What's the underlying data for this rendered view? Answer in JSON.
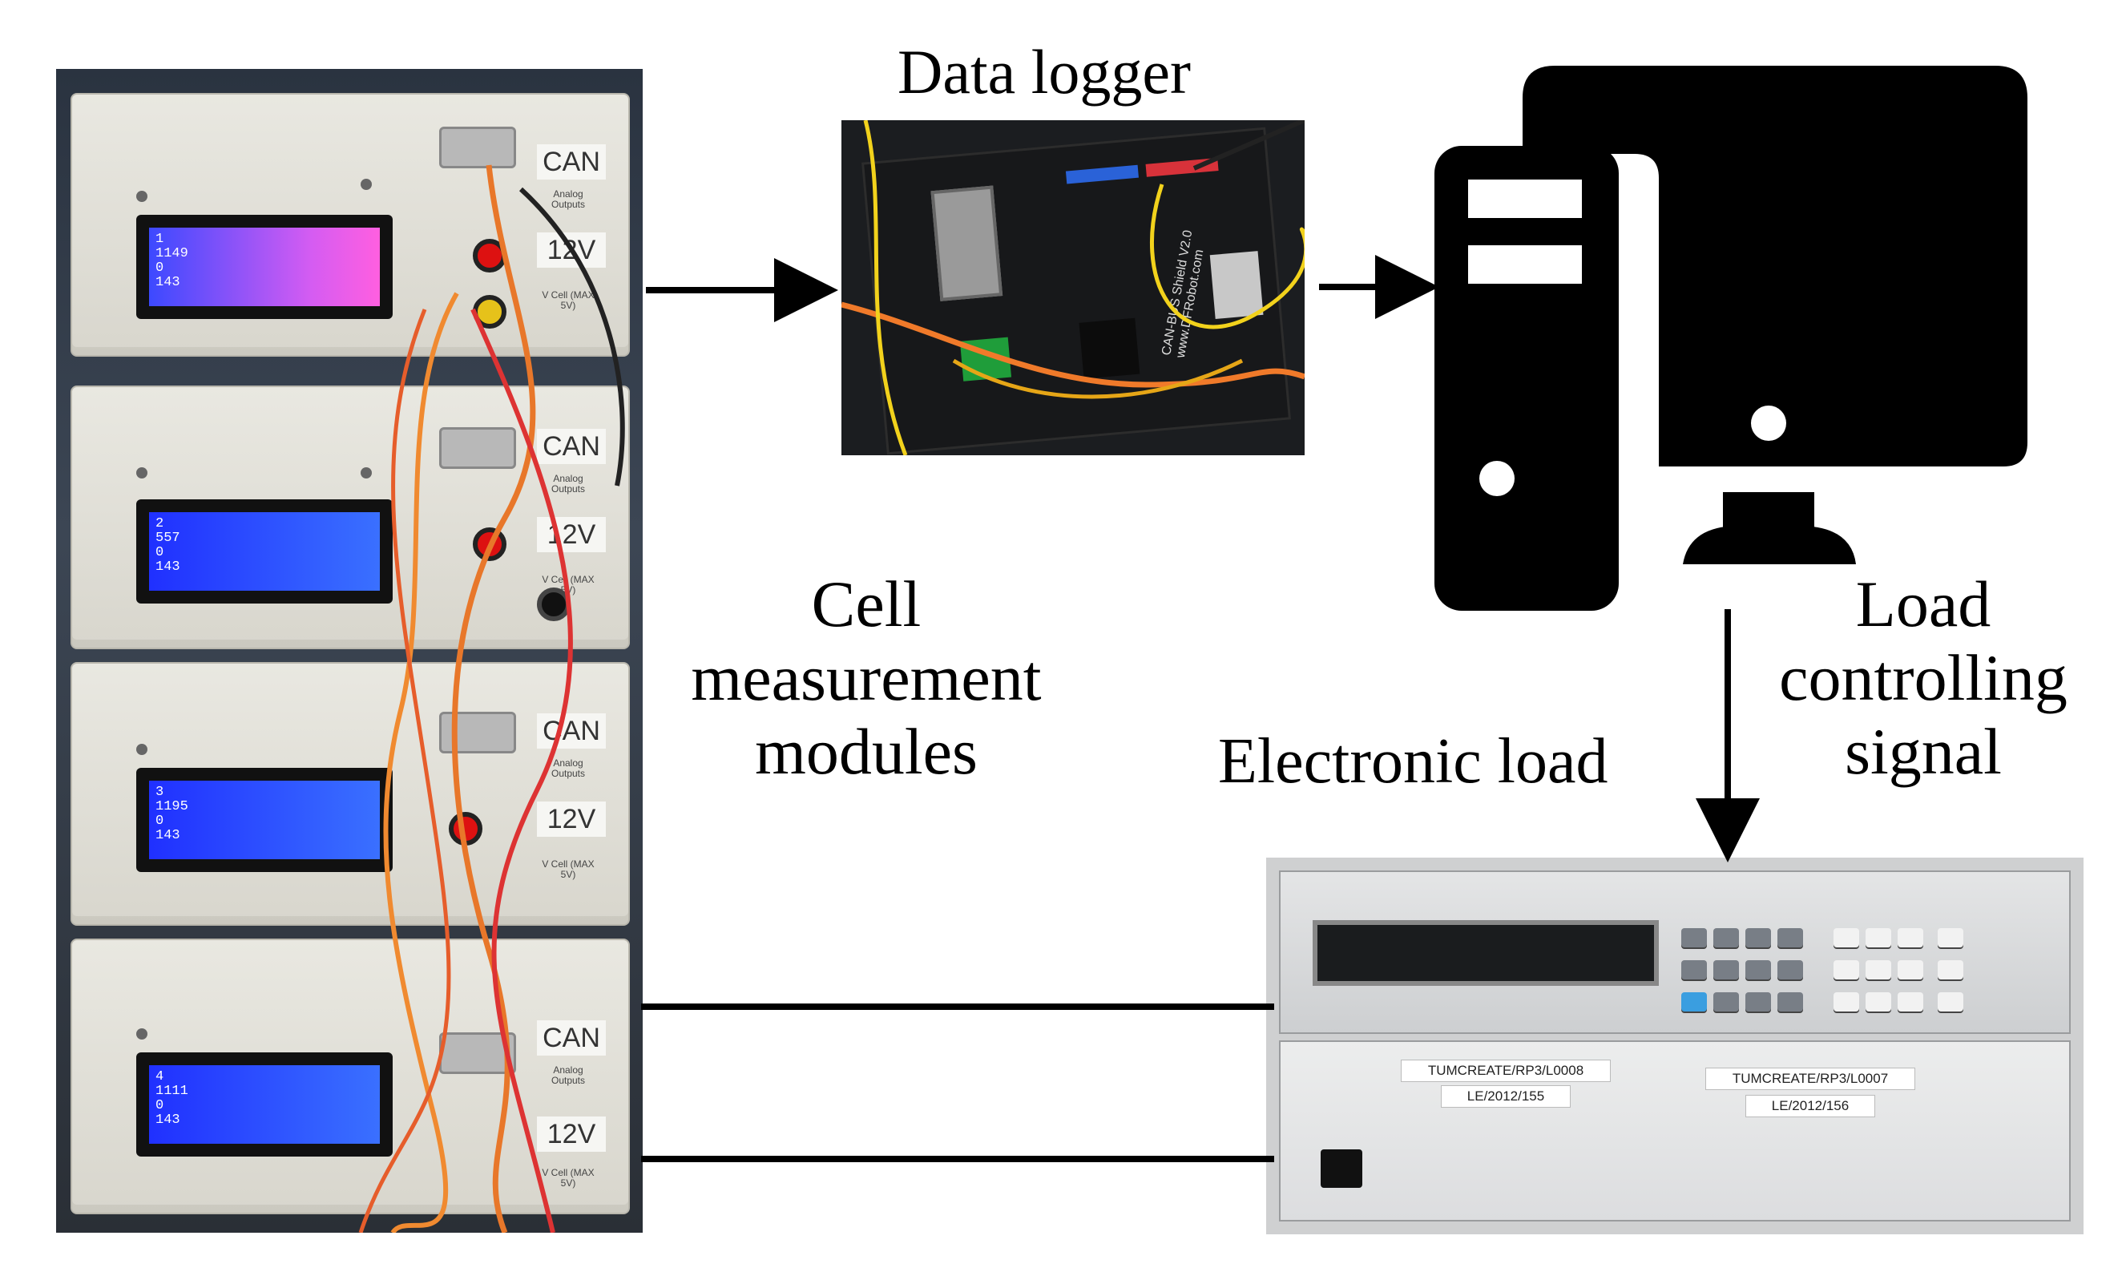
{
  "labels": {
    "data_logger": "Data logger",
    "cell_modules_line1": "Cell",
    "cell_modules_line2": "measurement",
    "cell_modules_line3": "modules",
    "electronic_load": "Electronic load",
    "load_signal_line1": "Load",
    "load_signal_line2": "controlling",
    "load_signal_line3": "signal"
  },
  "modules": [
    {
      "can": "CAN",
      "voltage": "12V",
      "analog": "Analog Outputs",
      "vcell": "V Cell (MAX 5V)",
      "lcd": [
        "1",
        "1149",
        "0",
        "143"
      ]
    },
    {
      "can": "CAN",
      "voltage": "12V",
      "analog": "Analog Outputs",
      "vcell": "V Cell (MAX 5V)",
      "lcd": [
        "2",
        "557",
        "0",
        "143"
      ]
    },
    {
      "can": "CAN",
      "voltage": "12V",
      "analog": "Analog Outputs",
      "vcell": "V Cell (MAX 5V)",
      "lcd": [
        "3",
        "1195",
        "0",
        "143"
      ]
    },
    {
      "can": "CAN",
      "voltage": "12V",
      "analog": "Analog Outputs",
      "vcell": "V Cell (MAX 5V)",
      "lcd": [
        "4",
        "1111",
        "0",
        "143"
      ]
    }
  ],
  "logger_board": {
    "text": "CAN-BUS Shield V2.0  www.DFRobot.com"
  },
  "load_tags": {
    "left_id": "TUMCREATE/RP3/L0008",
    "left_code": "LE/2012/155",
    "right_id": "TUMCREATE/RP3/L0007",
    "right_code": "LE/2012/156"
  },
  "colors": {
    "arrow": "#000000",
    "computer_icon": "#000000"
  }
}
